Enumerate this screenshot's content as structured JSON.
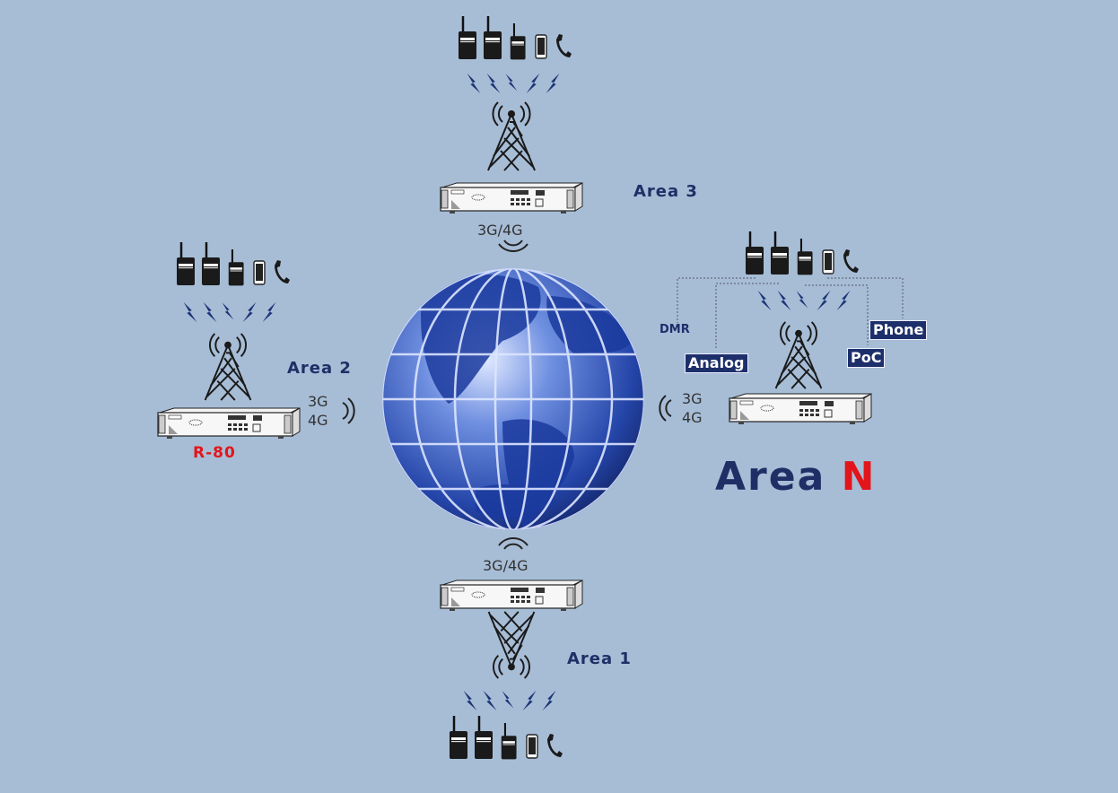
{
  "title": "Multi-area radio interconnection over 3G/4G",
  "colors": {
    "background": "#a7bdd6",
    "navy": "#1f2f66",
    "accent_red": "#e3151a",
    "globe_blue": "#2f56c0"
  },
  "areas": {
    "area1": {
      "label": "Area 1",
      "link": "3G/4G"
    },
    "area2": {
      "label": "Area 2",
      "link_line1": "3G",
      "link_line2": "4G",
      "device_model": "R-80"
    },
    "area3": {
      "label": "Area 3",
      "link": "3G/4G"
    },
    "areaN": {
      "label_prefix": "Area",
      "label_suffix": "N",
      "link_line1": "3G",
      "link_line2": "4G",
      "terminal_types": {
        "dmr": "DMR",
        "analog": "Analog",
        "poc": "PoC",
        "phone": "Phone"
      }
    }
  },
  "icons": [
    "radio-icon",
    "smartphone-icon",
    "telephone-icon",
    "lightning-icon",
    "tower-icon",
    "rack-repeater-icon",
    "signal-arc-icon",
    "globe-icon"
  ]
}
